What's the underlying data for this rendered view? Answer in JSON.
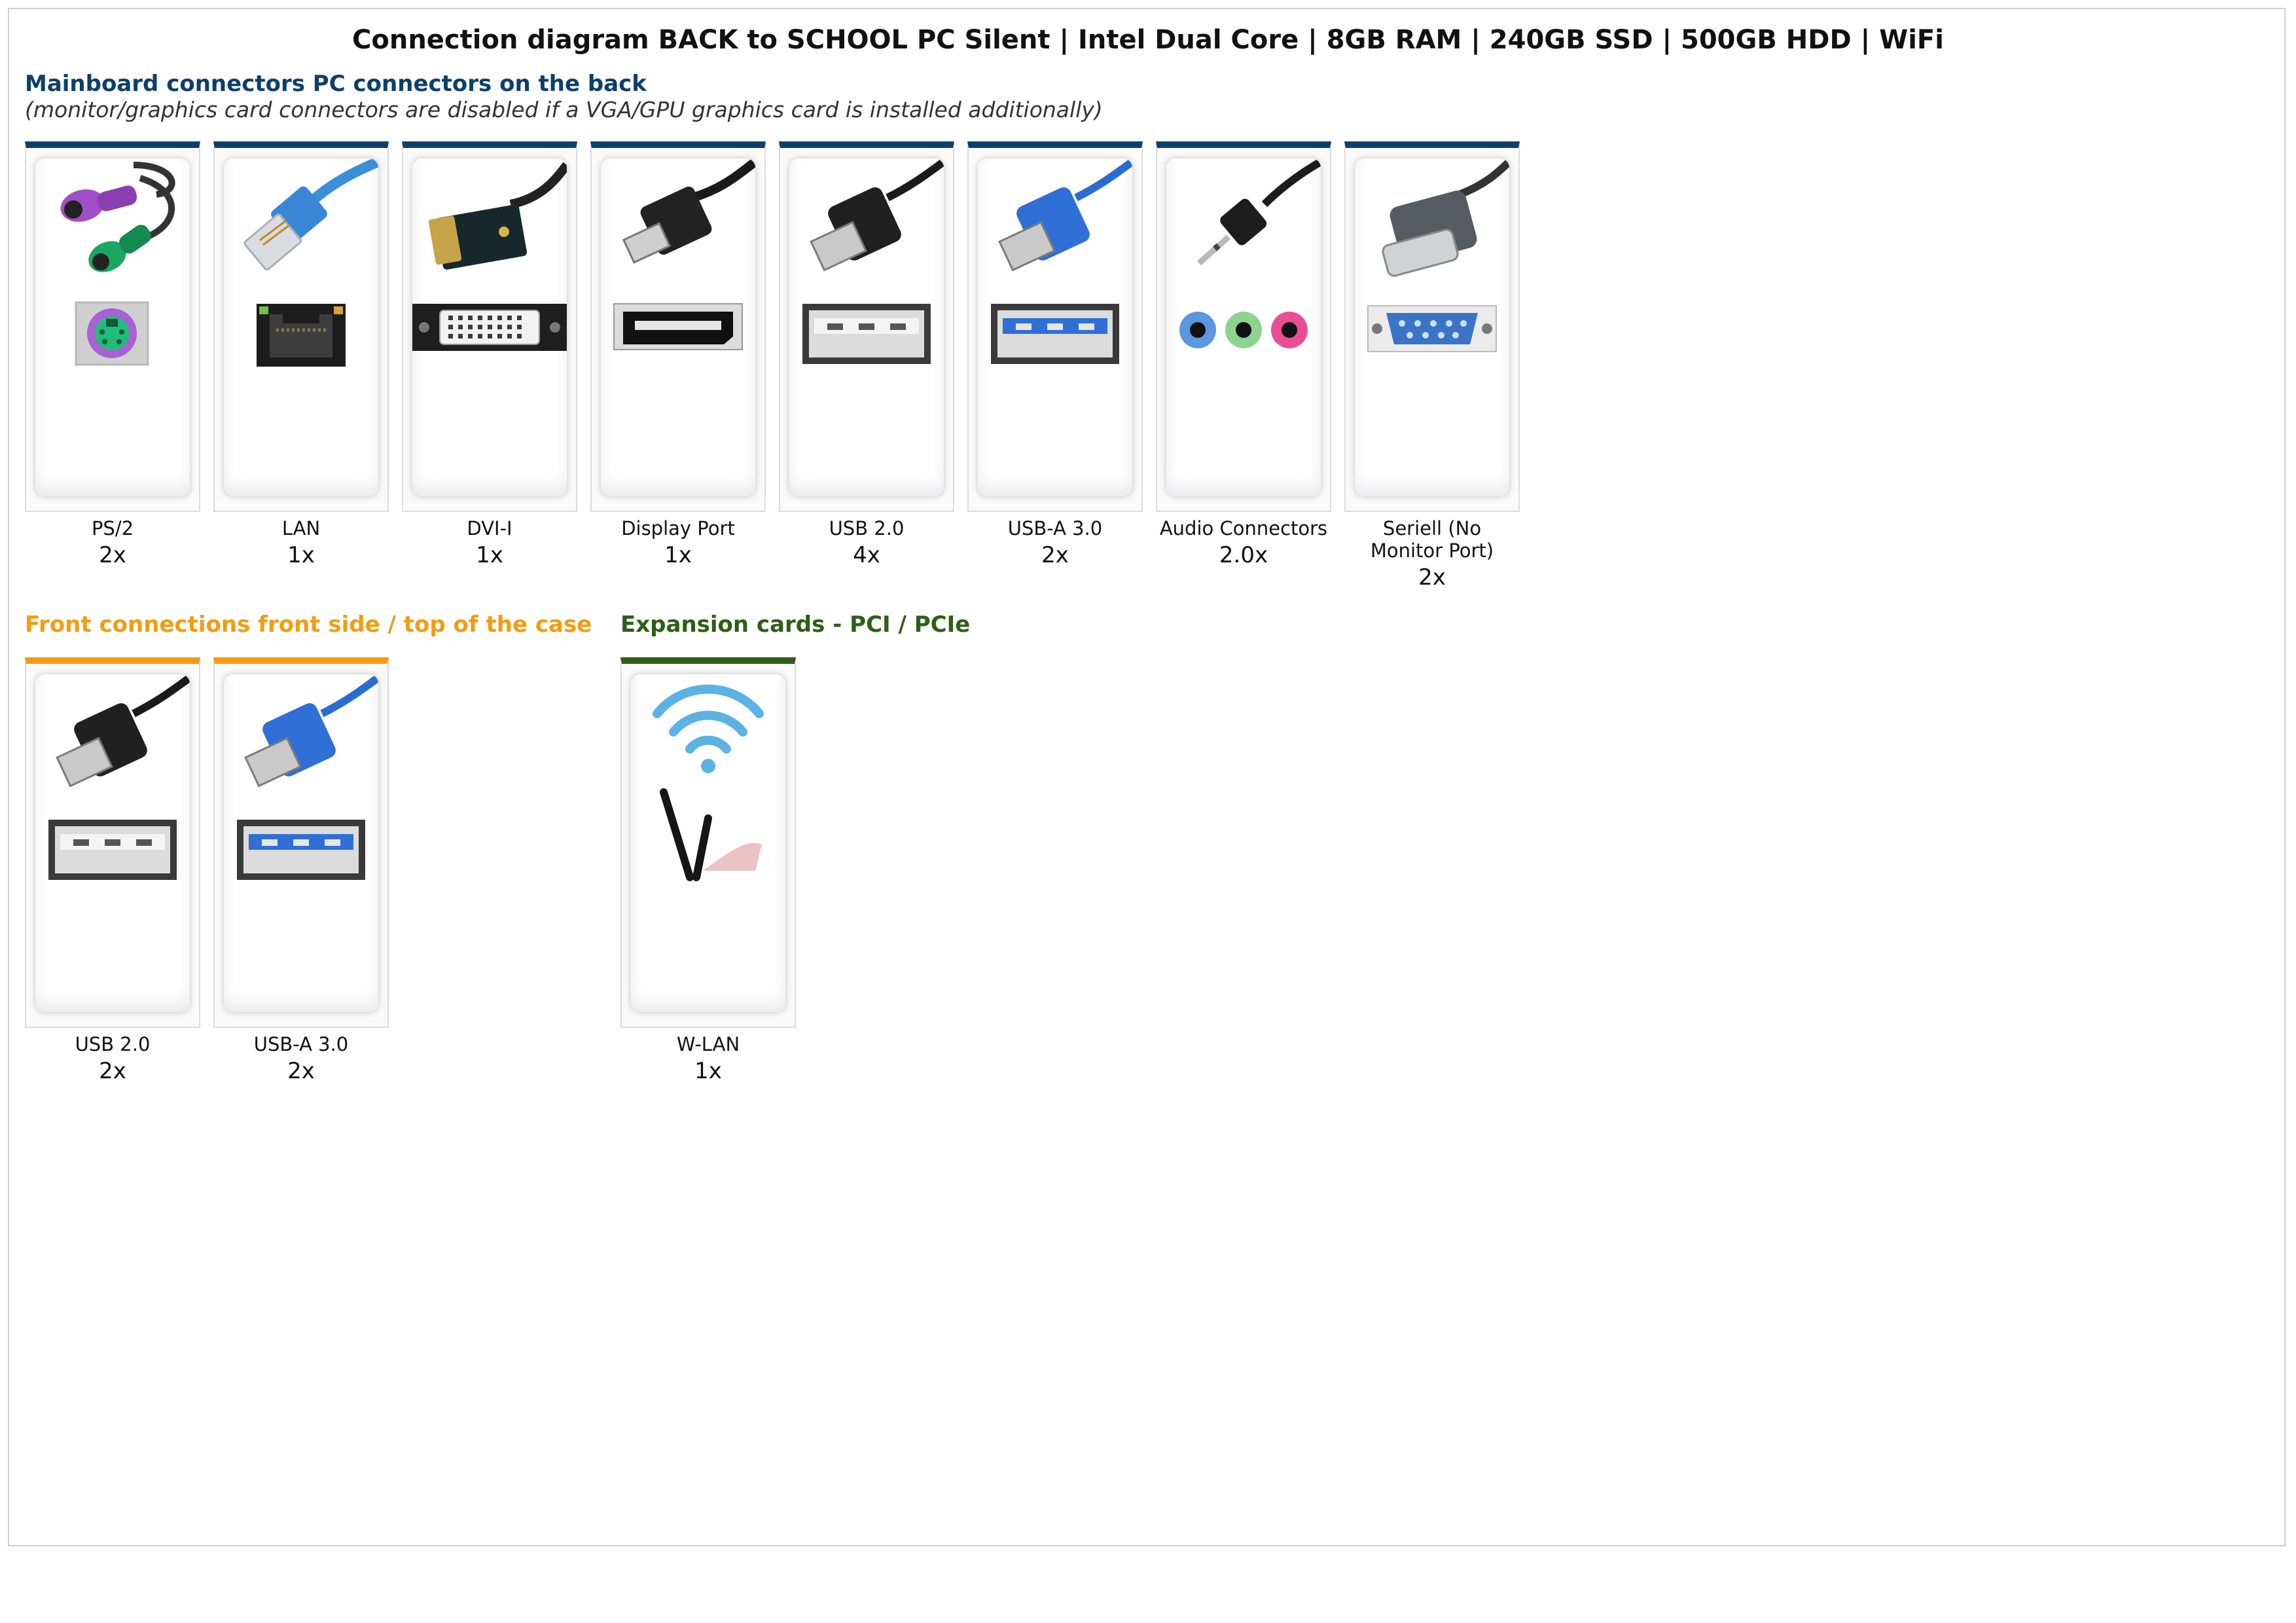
{
  "page": {
    "title": "Connection diagram BACK to SCHOOL PC Silent | Intel Dual Core | 8GB RAM | 240GB SSD | 500GB HDD | WiFi"
  },
  "sections": {
    "back": {
      "title": "Mainboard connectors PC connectors on the back",
      "note": "(monitor/graphics card connectors are disabled if a VGA/GPU graphics card is installed additionally)",
      "color": "#0d3f6b",
      "items": [
        {
          "label": "PS/2",
          "count": "2x",
          "icon": "ps2-connector-icon"
        },
        {
          "label": "LAN",
          "count": "1x",
          "icon": "lan-connector-icon"
        },
        {
          "label": "DVI-I",
          "count": "1x",
          "icon": "dvi-connector-icon"
        },
        {
          "label": "Display Port",
          "count": "1x",
          "icon": "displayport-connector-icon"
        },
        {
          "label": "USB 2.0",
          "count": "4x",
          "icon": "usb2-connector-icon"
        },
        {
          "label": "USB-A 3.0",
          "count": "2x",
          "icon": "usb3-connector-icon"
        },
        {
          "label": "Audio Connectors",
          "count": "2.0x",
          "icon": "audio-connector-icon"
        },
        {
          "label": "Seriell (No Monitor Port)",
          "count": "2x",
          "icon": "serial-connector-icon"
        }
      ]
    },
    "front": {
      "title": "Front connections front side / top of the case",
      "color": "#f39c12",
      "items": [
        {
          "label": "USB 2.0",
          "count": "2x",
          "icon": "usb2-connector-icon"
        },
        {
          "label": "USB-A 3.0",
          "count": "2x",
          "icon": "usb3-connector-icon"
        }
      ]
    },
    "expansion": {
      "title": "Expansion cards - PCI / PCIe",
      "color": "#2e5e17",
      "items": [
        {
          "label": "W-LAN",
          "count": "1x",
          "icon": "wlan-antenna-icon"
        }
      ]
    }
  }
}
